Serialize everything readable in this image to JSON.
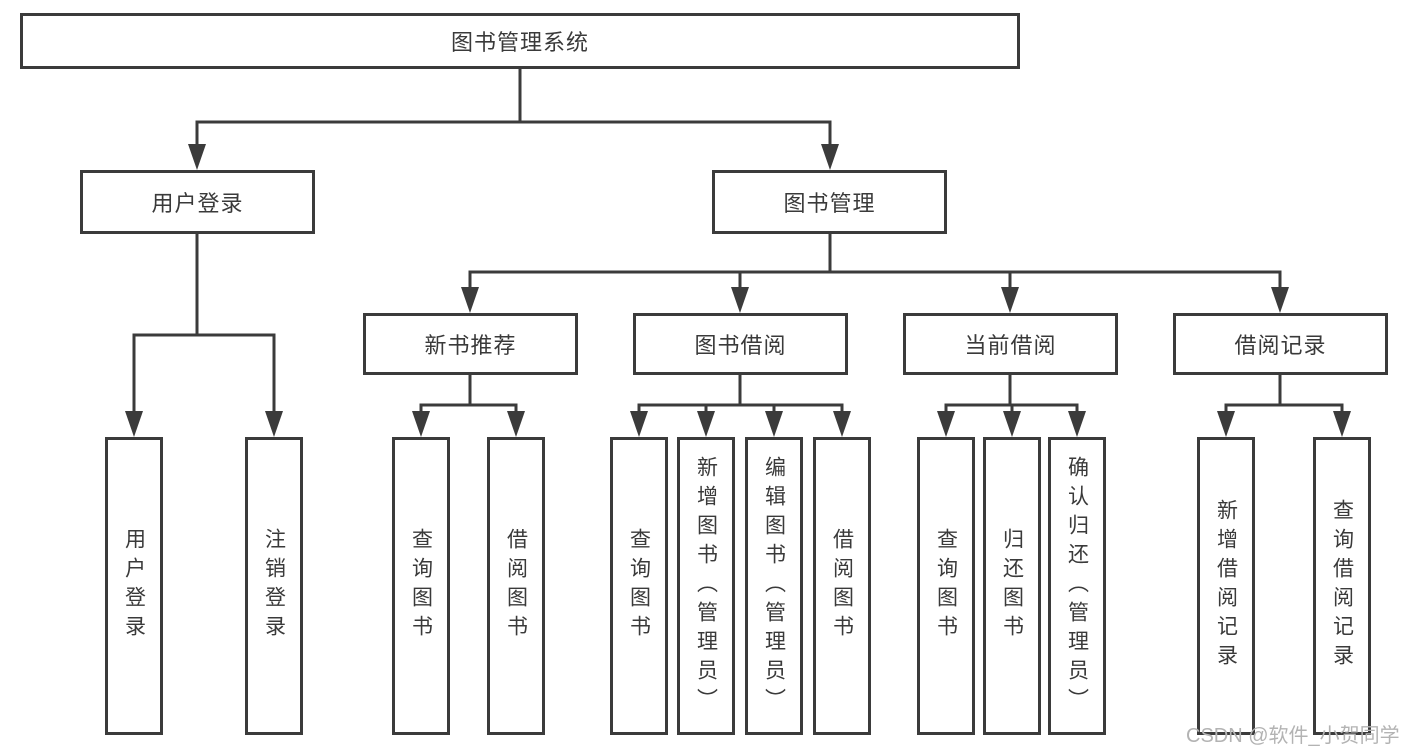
{
  "tree": {
    "root": {
      "label": "图书管理系统",
      "children": [
        {
          "label": "用户登录",
          "children": [
            {
              "label": "用户登录"
            },
            {
              "label": "注销登录"
            }
          ]
        },
        {
          "label": "图书管理",
          "children": [
            {
              "label": "新书推荐",
              "children": [
                {
                  "label": "查询图书"
                },
                {
                  "label": "借阅图书"
                }
              ]
            },
            {
              "label": "图书借阅",
              "children": [
                {
                  "label": "查询图书"
                },
                {
                  "label": "新增图书（管理员）"
                },
                {
                  "label": "编辑图书（管理员）"
                },
                {
                  "label": "借阅图书"
                }
              ]
            },
            {
              "label": "当前借阅",
              "children": [
                {
                  "label": "查询图书"
                },
                {
                  "label": "归还图书"
                },
                {
                  "label": "确认归还（管理员）"
                }
              ]
            },
            {
              "label": "借阅记录",
              "children": [
                {
                  "label": "新增借阅记录"
                },
                {
                  "label": "查询借阅记录"
                }
              ]
            }
          ]
        }
      ]
    }
  },
  "colors": {
    "line": "#3b3b3b",
    "text": "#3a3a3a",
    "watermark": "#b3b3b3",
    "background": "#ffffff"
  },
  "watermark": {
    "text": "CSDN @软件_小贺同学"
  }
}
